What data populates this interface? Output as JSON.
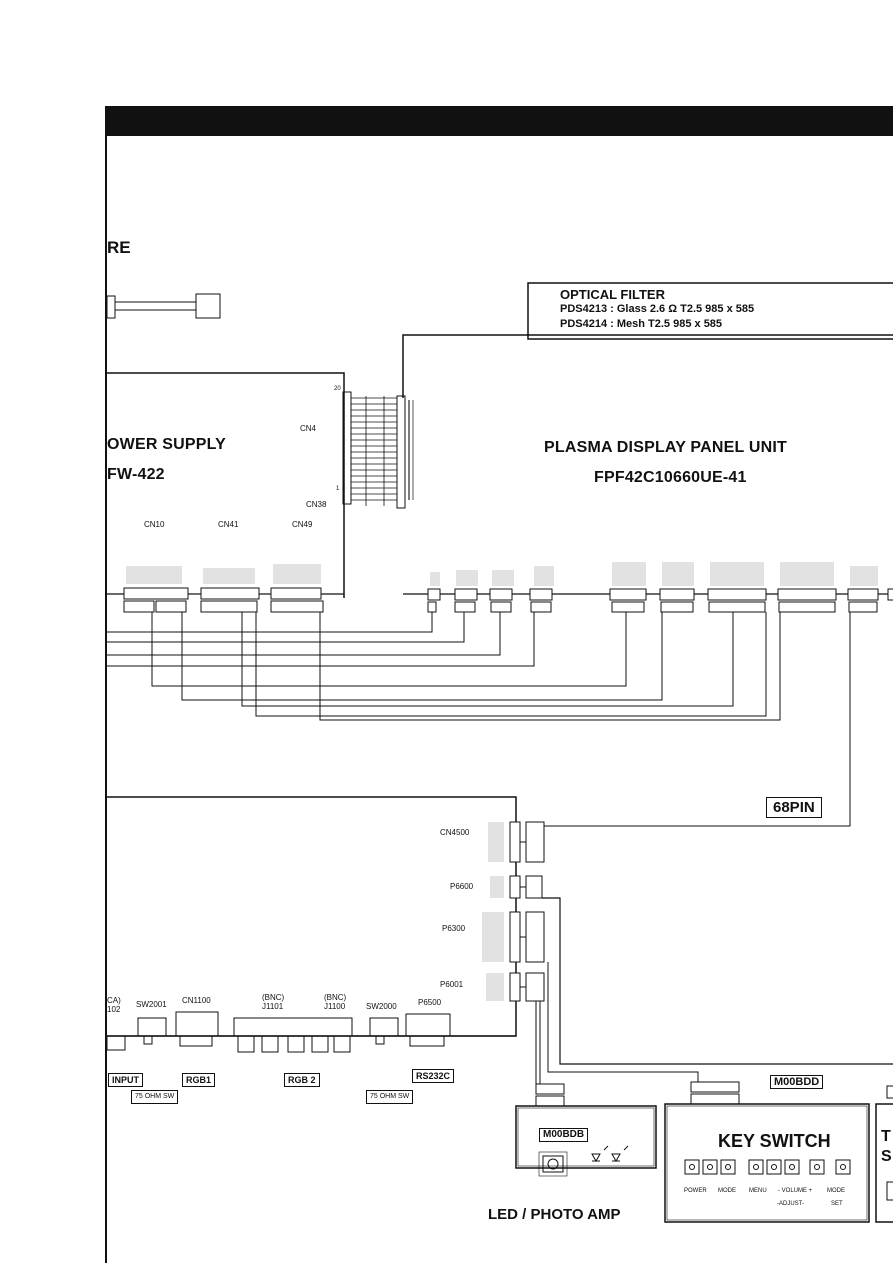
{
  "page": {
    "title_fragment": "RE"
  },
  "optical_filter": {
    "title": "OPTICAL FILTER",
    "line1": "PDS4213 : Glass 2.6 Ω  T2.5  985 x 585",
    "line2": "PDS4214 : Mesh  T2.5  985 x 585"
  },
  "power_supply": {
    "title": "OWER SUPPLY",
    "model": "FW-422",
    "connectors": [
      "CN10",
      "CN41",
      "CN49"
    ],
    "label_cn4": "CN4",
    "label_cn38": "CN38",
    "pin_20": "20",
    "pin_1": "1"
  },
  "pdp": {
    "title": "PLASMA DISPLAY PANEL UNIT",
    "model": "FPF42C10660UE-41"
  },
  "cable_68pin": "68PIN",
  "signal_board": {
    "connectors": [
      "CN4500",
      "P6600",
      "P6300",
      "P6001"
    ],
    "bottom": {
      "ca_label": "CA)",
      "ca_num": "102",
      "sw2001": "SW2001",
      "cn1100": "CN1100",
      "bnc1": "(BNC)",
      "j1101": "J1101",
      "bnc2": "(BNC)",
      "j1100": "J1100",
      "sw2000": "SW2000",
      "p6500": "P6500"
    },
    "tags": {
      "input": "INPUT",
      "rgb1": "RGB1",
      "rgb2": "RGB 2",
      "rs232c": "RS232C",
      "ohm1": "75 OHM SW",
      "ohm2": "75 OHM SW"
    }
  },
  "led_board": {
    "tag": "M00BDB",
    "caption": "LED / PHOTO  AMP"
  },
  "key_switch": {
    "tag": "M00BDD",
    "title": "KEY SWITCH",
    "buttons": [
      "POWER",
      "MODE",
      "MENU",
      "- VOLUME +",
      "MODE"
    ],
    "sub_labels": [
      "-ADJUST-",
      "SET"
    ]
  },
  "partial_board": {
    "line1": "T",
    "line2": "S"
  }
}
